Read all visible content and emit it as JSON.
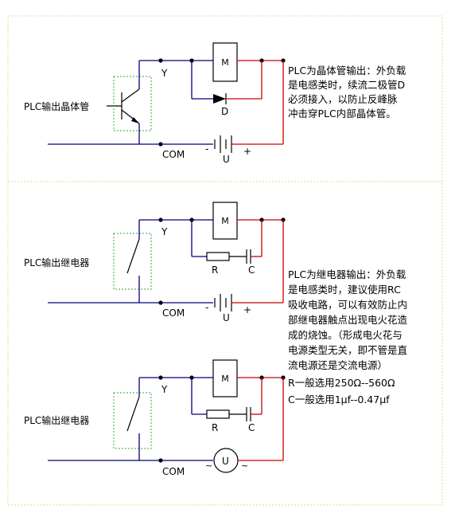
{
  "section1": {
    "device_label": "PLC输出晶体管",
    "y_label": "Y",
    "com_label": "COM",
    "motor_label": "M",
    "diode_label": "D",
    "battery_minus": "-",
    "battery_plus": "+",
    "source_label": "U",
    "note_lines": [
      "PLC为晶体管输出：外负载",
      "是电感类时，续流二极管D",
      "必须接入，以防止反峰脉",
      "冲击穿PLC内部晶体管。"
    ]
  },
  "section2": {
    "device_label": "PLC输出继电器",
    "y_label": "Y",
    "com_label": "COM",
    "motor_label": "M",
    "r_label": "R",
    "c_label": "C",
    "battery_minus": "-",
    "battery_plus": "+",
    "source_label": "U"
  },
  "section3": {
    "device_label": "PLC输出继电器",
    "y_label": "Y",
    "com_label": "COM",
    "motor_label": "M",
    "r_label": "R",
    "c_label": "C",
    "ac_left": "~",
    "ac_right": "~",
    "source_label": "U"
  },
  "relay_note": {
    "lines": [
      "PLC为继电器输出：外负载",
      "是电感类时，建议使用RC",
      "吸收电路，可以有效防止内",
      "部继电器触点出现电火花造",
      "成的烧蚀。（形成电火花与",
      "电源类型无关，即不管是直",
      "流电源还是交流电源）",
      "R一般选用250Ω--560Ω",
      "C一般选用1μf--0.47μf"
    ]
  }
}
